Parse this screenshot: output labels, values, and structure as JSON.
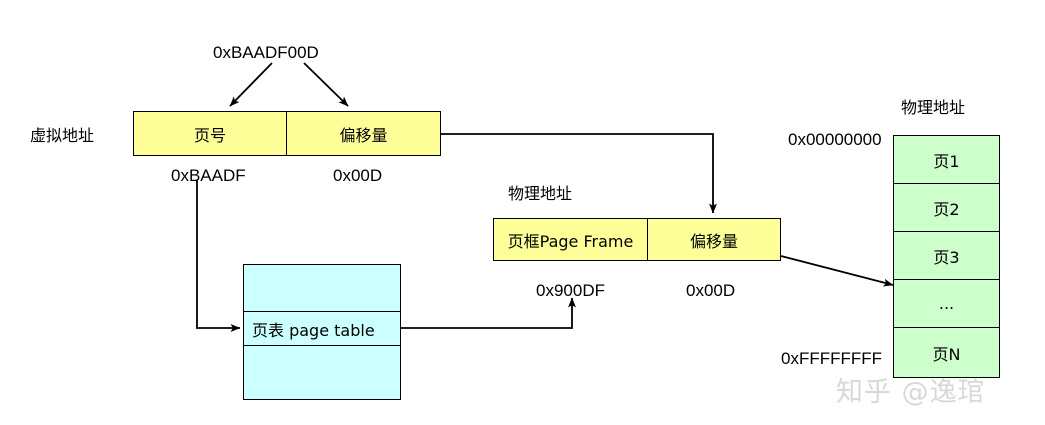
{
  "diagram": {
    "title_virtual": "虚拟地址",
    "virtual_address_value": "0xBAADF00D",
    "virtual_box": {
      "page_number_label": "页号",
      "offset_label": "偏移量",
      "page_number_value": "0xBAADF",
      "offset_value": "0x00D"
    },
    "page_table": {
      "label": "页表 page table",
      "rows": [
        "",
        "页表 page table",
        ""
      ]
    },
    "physical_address_box": {
      "caption": "物理地址",
      "frame_label": "页框Page Frame",
      "offset_label": "偏移量",
      "frame_value": "0x900DF",
      "offset_value": "0x00D"
    },
    "physical_memory": {
      "caption": "物理地址",
      "start_address": "0x00000000",
      "end_address": "0xFFFFFFFF",
      "cells": [
        "页1",
        "页2",
        "页3",
        "...",
        "页N"
      ]
    },
    "watermark": "知乎 @逸琯",
    "colors": {
      "yellow": "#ffff99",
      "cyan": "#ccffff",
      "green": "#ccffcc",
      "stroke": "#000000",
      "watermark": "#d8d8d8"
    }
  }
}
